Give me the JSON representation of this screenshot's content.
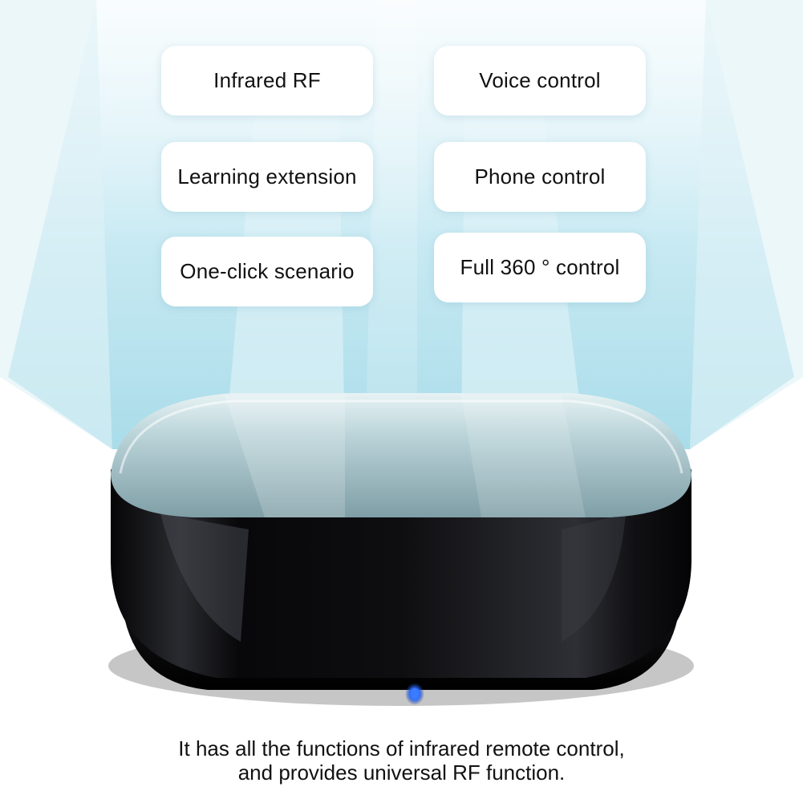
{
  "features": [
    {
      "label": "Infrared RF"
    },
    {
      "label": "Voice control"
    },
    {
      "label": "Learning extension"
    },
    {
      "label": "Phone control"
    },
    {
      "label": "One-click scenario"
    },
    {
      "label": "Full 360 ° control"
    }
  ],
  "caption": {
    "line1": "It has all the functions of infrared remote control,",
    "line2": "and provides universal RF function."
  },
  "colors": {
    "beam": "#bfe6f1",
    "device_body": "#0b0b0d",
    "device_top": "#a9c4c8",
    "indicator_led": "#2a6bff"
  },
  "icons": {
    "device": "smart-ir-rf-hub-image",
    "led": "blue-status-led"
  }
}
